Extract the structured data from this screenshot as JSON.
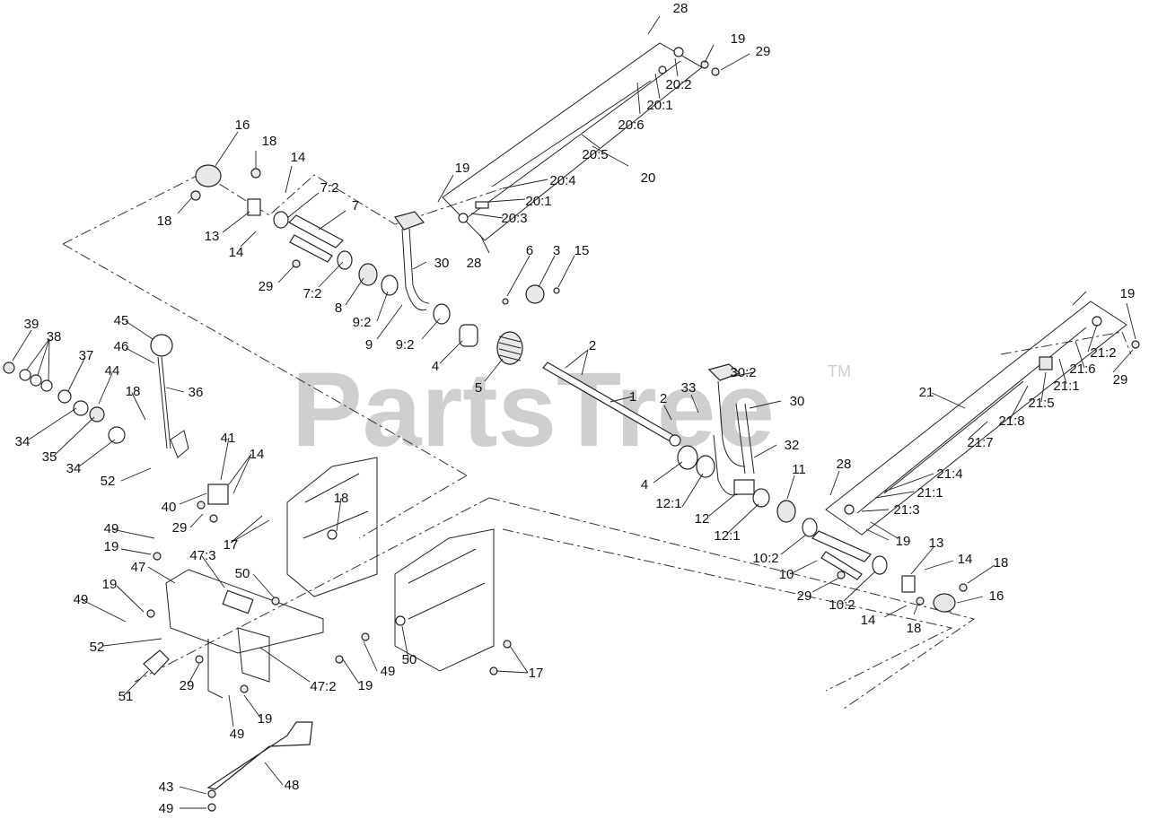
{
  "watermark": {
    "text": "PartsTree",
    "trademark": "TM"
  },
  "callouts": [
    "28",
    "19",
    "29",
    "20:2",
    "20:1",
    "20:6",
    "20:5",
    "20",
    "20:4",
    "20:1",
    "20:3",
    "28",
    "19",
    "16",
    "18",
    "14",
    "7:2",
    "7",
    "18",
    "13",
    "14",
    "29",
    "7:2",
    "8",
    "9:2",
    "30",
    "9",
    "9:2",
    "4",
    "5",
    "6",
    "3",
    "15",
    "2",
    "1",
    "2",
    "33",
    "30:2",
    "30",
    "32",
    "4",
    "12:1",
    "12",
    "12:1",
    "11",
    "10:2",
    "10",
    "29",
    "10:2",
    "28",
    "19",
    "21:2",
    "29",
    "21:6",
    "21:1",
    "21:5",
    "21",
    "21:8",
    "21:7",
    "21:4",
    "21:1",
    "21:3",
    "19",
    "13",
    "14",
    "18",
    "16",
    "18",
    "14",
    "39",
    "38",
    "45",
    "46",
    "37",
    "36",
    "44",
    "18",
    "34",
    "35",
    "34",
    "41",
    "14",
    "52",
    "40",
    "29",
    "17",
    "18",
    "49",
    "19",
    "47:3",
    "50",
    "47",
    "19",
    "49",
    "52",
    "51",
    "29",
    "47:2",
    "19",
    "49",
    "50",
    "17",
    "49",
    "19",
    "48",
    "43",
    "49"
  ]
}
